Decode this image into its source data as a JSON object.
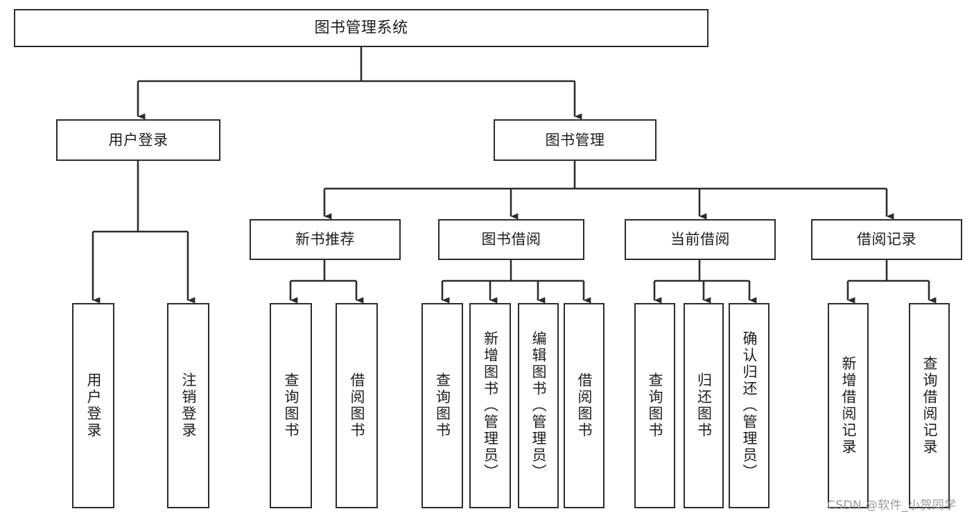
{
  "diagram": {
    "title": "图书管理系统",
    "watermark": "CSDN @软件_小贺同学",
    "tier2": {
      "user_login": "用户登录",
      "book_manage": "图书管理"
    },
    "tier3": {
      "new_book_rec": "新书推荐",
      "book_borrow": "图书借阅",
      "current_borrow": "当前借阅",
      "borrow_record": "借阅记录"
    },
    "leaves": {
      "login_1": "用户登录",
      "login_2": "注销登录",
      "rec_1": "查询图书",
      "rec_2": "借阅图书",
      "borrow_1": "查询图书",
      "borrow_2": "新增图书（管理员）",
      "borrow_3": "编辑图书（管理员）",
      "borrow_4": "借阅图书",
      "cur_1": "查询图书",
      "cur_2": "归还图书",
      "cur_3": "确认归还（管理员）",
      "rec2_1": "新增借阅记录",
      "rec2_2": "查询借阅记录"
    }
  },
  "colors": {
    "stroke": "#2b2b2b",
    "fill": "#ffffff",
    "text": "#1d1d1d",
    "watermark": "#9a9a9a"
  }
}
